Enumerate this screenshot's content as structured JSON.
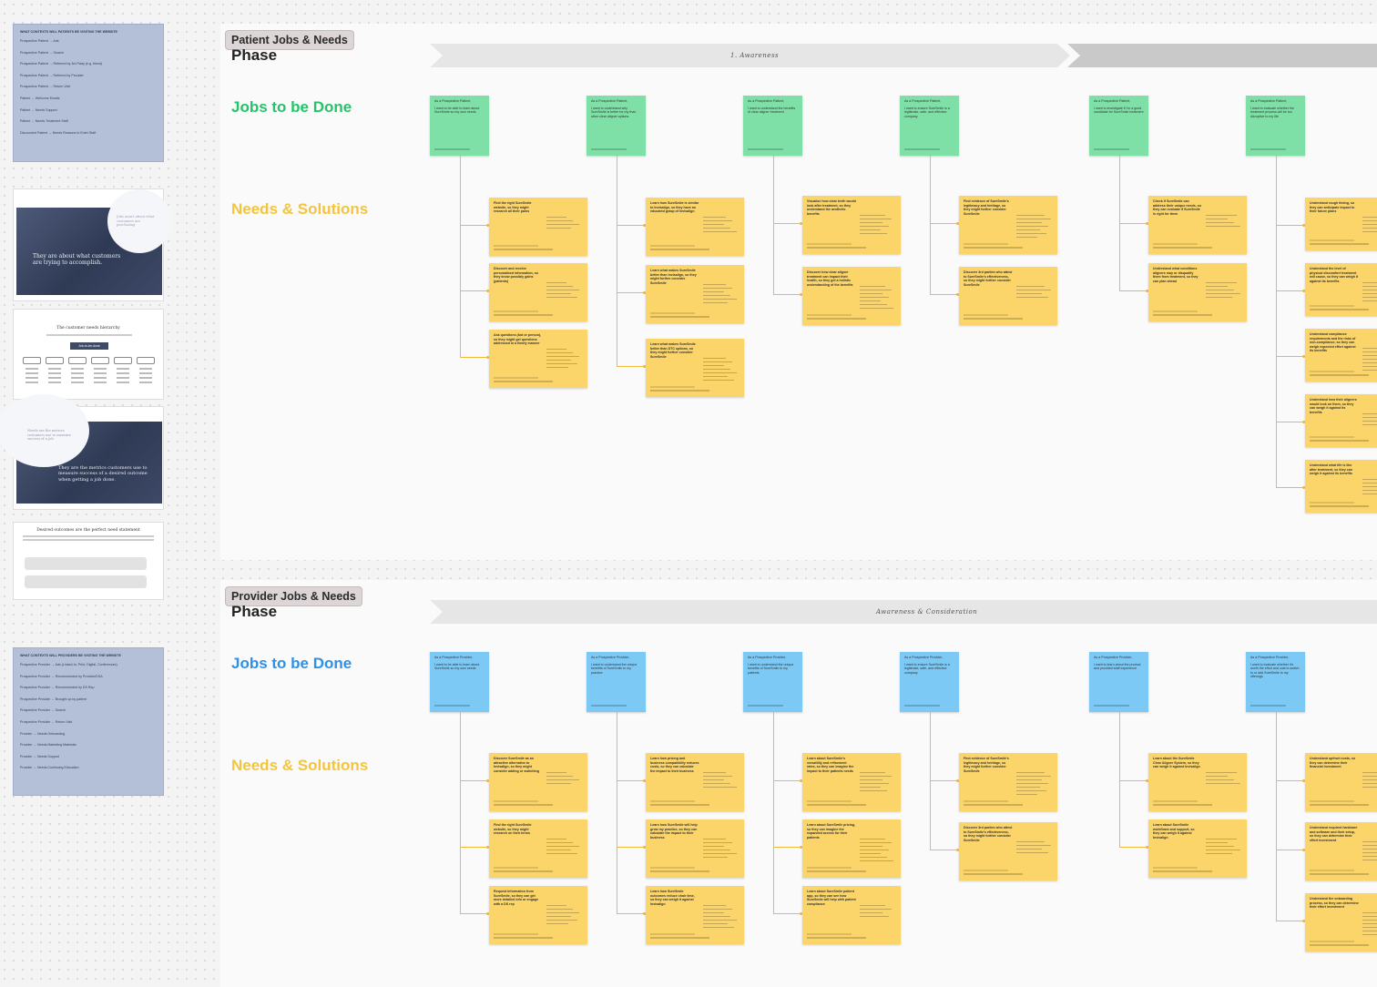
{
  "colors": {
    "green": "#7ee0a6",
    "blue": "#7cc9f5",
    "yellow": "#fbd56a",
    "jtbd_green": "#24c46a",
    "jtbd_blue": "#2e90e6",
    "needs_yellow": "#f4c53c",
    "sidebar_blue": "#b3c0d8"
  },
  "sidebar": {
    "patient_card": {
      "heading": "WHAT CONTEXTS WILL PATIENTS BE VISITING THE WEBSITE",
      "items": [
        "Prospective Patient → Ads",
        "Prospective Patient → Search",
        "Prospective Patient → Referred by 3rd Party (e.g. friend)",
        "Prospective Patient → Referred by Provider",
        "Prospective Patient → Return Visit",
        "Patient → Welcome Emails",
        "Patient → Needs Support",
        "Patient → Needs Treatment Staff",
        "Discounted Patient → Needs Reasons to Enter Staff"
      ]
    },
    "slide1": {
      "overlay": "Jobs aren't about what customers are purchasing",
      "quote": "They are about what customers are trying to accomplish."
    },
    "slide2": {
      "title": "The customer needs hierarchy",
      "button": "Job-to-be-done"
    },
    "slide3": {
      "overlay": "Needs are the metrics customers use to measure success of a job",
      "quote": "They are the metrics customers use to measure success of a desired outcome when getting a job done."
    },
    "slide4": {
      "title": "Desired outcomes are the perfect need statement"
    },
    "provider_card": {
      "heading": "WHAT CONTEXTS WILL PROVIDERS BE VISITING THE WEBSITE",
      "items": [
        "Prospective Provider → Ads (Linked-In, Print, Digital, Conferences)",
        "Prospective Provider → Recommended by Provider/DSA",
        "Prospective Provider → Recommended by DS Rep",
        "Prospective Provider → Brought up by patient",
        "Prospective Provider → Search",
        "Prospective Provider → Return Visit",
        "Provider → Needs Onboarding",
        "Provider → Needs Marketing Materials",
        "Provider → Needs Support",
        "Provider → Needs Continuing Education"
      ]
    }
  },
  "patient_section": {
    "tag": "Patient Jobs & Needs",
    "phase": "Phase",
    "jtbd_label": "Jobs to be Done",
    "needs_label": "Needs & Solutions",
    "phase_bar_text": "1. Awareness",
    "jobs": [
      {
        "title": "As a Prospective Patient,",
        "body": "I want to be able to learn about SureSmile so my own needs"
      },
      {
        "title": "As a Prospective Patient,",
        "body": "I want to understand why SureSmile is better for my than other clear aligner options"
      },
      {
        "title": "As a Prospective Patient,",
        "body": "I want to understand the benefits of clear aligner treatment"
      },
      {
        "title": "As a Prospective Patient,",
        "body": "I want to ensure SureSmile is a legitimate, safe, and effective company"
      },
      {
        "title": "As a Prospective Patient,",
        "body": "I want to investigate if I'm a good candidate for SureSmile treatment"
      },
      {
        "title": "As a Prospective Patient,",
        "body": "I want to evaluate whether the treatment process will be too disruptive to my life"
      }
    ],
    "needs": [
      [
        "Find the right SureSmile website, so they might research all their pains",
        "Discover and receive personalized information, so they know possibly gains (patients)",
        "Ask questions (bot or person), so they might get questions addressed in a timely manner"
      ],
      [
        "Learn how SureSmile is similar to Invisalign, so they have an educated grasp of Invisalign",
        "Learn what makes SureSmile better than Invisalign, so they might further consider SureSmile",
        "Learn what makes SureSmile better than DTC options, so they might further consider SureSmile"
      ],
      [
        "Visualize how clear teeth would look after treatment, so they understand the aesthetic benefits",
        "Discover how clear aligner treatment can impact their health, so they get a holistic understanding of the benefits"
      ],
      [
        "Find evidence of SureSmile's legitimacy and heritage, so they might further consider SureSmile",
        "Discover 3rd parties who attest to SureSmile's effectiveness, so they might further consider SureSmile"
      ],
      [
        "Check if SureSmile can address their unique needs, so they can evaluate if SureSmile is right for them",
        "Understand what conditions aligners may or disqualify them from treatment, so they can plan ahead"
      ],
      [
        "Understand rough timing, so they can anticipate impact to their future plans",
        "Understand the level of physical discomfort treatment will cause, so they can weigh it against its benefits",
        "Understand compliance requirements and the risks of non-compliance, so they can weigh expected effort against its benefits",
        "Understand how their aligners would look on them, so they can weigh it against its benefits",
        "Understand what life is like after treatment, so they can weigh it against its benefits"
      ]
    ]
  },
  "provider_section": {
    "tag": "Provider Jobs & Needs",
    "phase": "Phase",
    "jtbd_label": "Jobs to be Done",
    "needs_label": "Needs & Solutions",
    "phase_bar_text": "Awareness & Consideration",
    "jobs": [
      {
        "title": "As a Prospective Provider,",
        "body": "I want to be able to learn about SureSmile so my own needs"
      },
      {
        "title": "As a Prospective Provider,",
        "body": "I want to understand the unique benefits of SureSmile to my practice"
      },
      {
        "title": "As a Prospective Provider,",
        "body": "I want to understand the unique benefits of SureSmile to my patients"
      },
      {
        "title": "As a Prospective Provider,",
        "body": "I want to ensure SureSmile is a legitimate, safe, and effective company"
      },
      {
        "title": "As a Prospective Provider,",
        "body": "I want to learn about the product and provided staff experience"
      },
      {
        "title": "As a Prospective Provider,",
        "body": "I want to evaluate whether it's worth the effort and cost to switch to or add SureSmile to my offerings"
      }
    ],
    "needs": [
      [
        "Discover SureSmile as an attractive alternative to Invisalign, so they might consider adding or switching",
        "Find the right SureSmile website, so they might research on their terms",
        "Request information from SureSmile, so they can get more detailed info or engage with a DS rep"
      ],
      [
        "Learn how pricing and business compatibility reduces costs, so they can calculate the impact to their business",
        "Learn how SureSmile will help grow my practice, so they can calculate the impact to their business",
        "Learn how SureSmile outcomes reduce chair time, so they can weigh it against Invisalign"
      ],
      [
        "Learn about SureSmile's versatility and refinement rates, so they can imagine the impact to their patients needs",
        "Learn about SureSmile pricing, so they can imagine the expanded access for their patients",
        "Learn about SureSmile patient app, so they can see how SureSmile will help with patient compliance"
      ],
      [
        "Find evidence of SureSmile's legitimacy and heritage, so they might further consider SureSmile",
        "Discover 3rd parties who attest to SureSmile's effectiveness, so they might further consider SureSmile"
      ],
      [
        "Learn about the SureSmile Clear Aligner System, so they can weigh it against Invisalign",
        "Learn about SureSmile workflows and support, so they can weigh it against Invisalign"
      ],
      [
        "Understand upfront costs, so they can determine their financial investment",
        "Understand required hardware and software and their setup, so they can determine their effort investment",
        "Understand the onboarding process, so they can determine their effort investment"
      ]
    ]
  }
}
